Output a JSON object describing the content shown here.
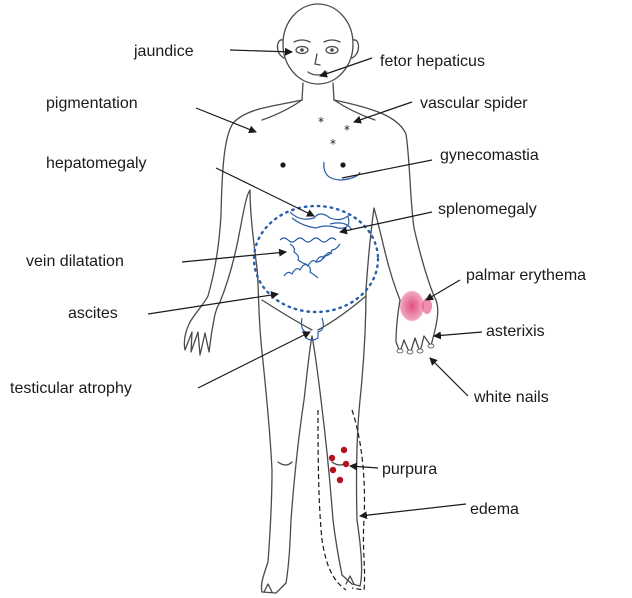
{
  "labels": {
    "jaundice": "jaundice",
    "fetor_hepaticus": "fetor hepaticus",
    "pigmentation": "pigmentation",
    "vascular_spider": "vascular spider",
    "gynecomastia": "gynecomastia",
    "hepatomegaly": "hepatomegaly",
    "splenomegaly": "splenomegaly",
    "vein_dilatation": "vein dilatation",
    "palmar_erythema": "palmar erythema",
    "ascites": "ascites",
    "asterixis": "asterixis",
    "testicular_atrophy": "testicular atrophy",
    "white_nails": "white nails",
    "purpura": "purpura",
    "edema": "edema"
  },
  "colors": {
    "outline": "#4a4a4a",
    "annotation_blue": "#2a5ea8",
    "erythema_pink": "#e0457b",
    "purpura_red": "#b3121b",
    "text": "#1a1a1a"
  }
}
